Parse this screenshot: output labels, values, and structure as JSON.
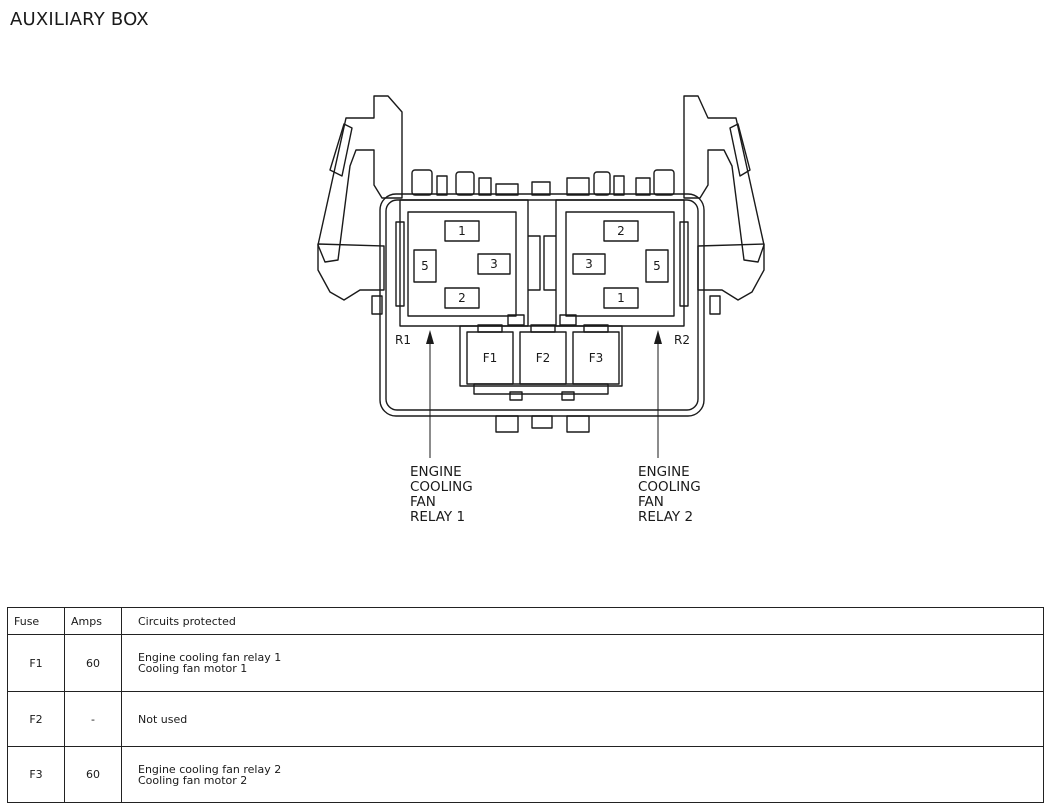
{
  "title": "AUXILIARY BOX",
  "relay_labels": {
    "r1": "R1",
    "r2": "R2"
  },
  "relay1_pins": {
    "top": "1",
    "left": "5",
    "right": "3",
    "bottom": "2"
  },
  "relay2_pins": {
    "top": "2",
    "left": "3",
    "right": "5",
    "bottom": "1"
  },
  "fuse_slots": [
    "F1",
    "F2",
    "F3"
  ],
  "callouts": {
    "relay1": "ENGINE\nCOOLING\nFAN\nRELAY 1",
    "relay2": "ENGINE\nCOOLING\nFAN\nRELAY 2"
  },
  "table": {
    "headers": [
      "Fuse",
      "Amps",
      "Circuits protected"
    ],
    "rows": [
      {
        "fuse": "F1",
        "amps": "60",
        "circuits": "Engine cooling fan relay 1\nCooling fan motor 1"
      },
      {
        "fuse": "F2",
        "amps": "-",
        "circuits": "Not used"
      },
      {
        "fuse": "F3",
        "amps": "60",
        "circuits": "Engine cooling fan relay 2\nCooling fan motor 2"
      }
    ]
  }
}
